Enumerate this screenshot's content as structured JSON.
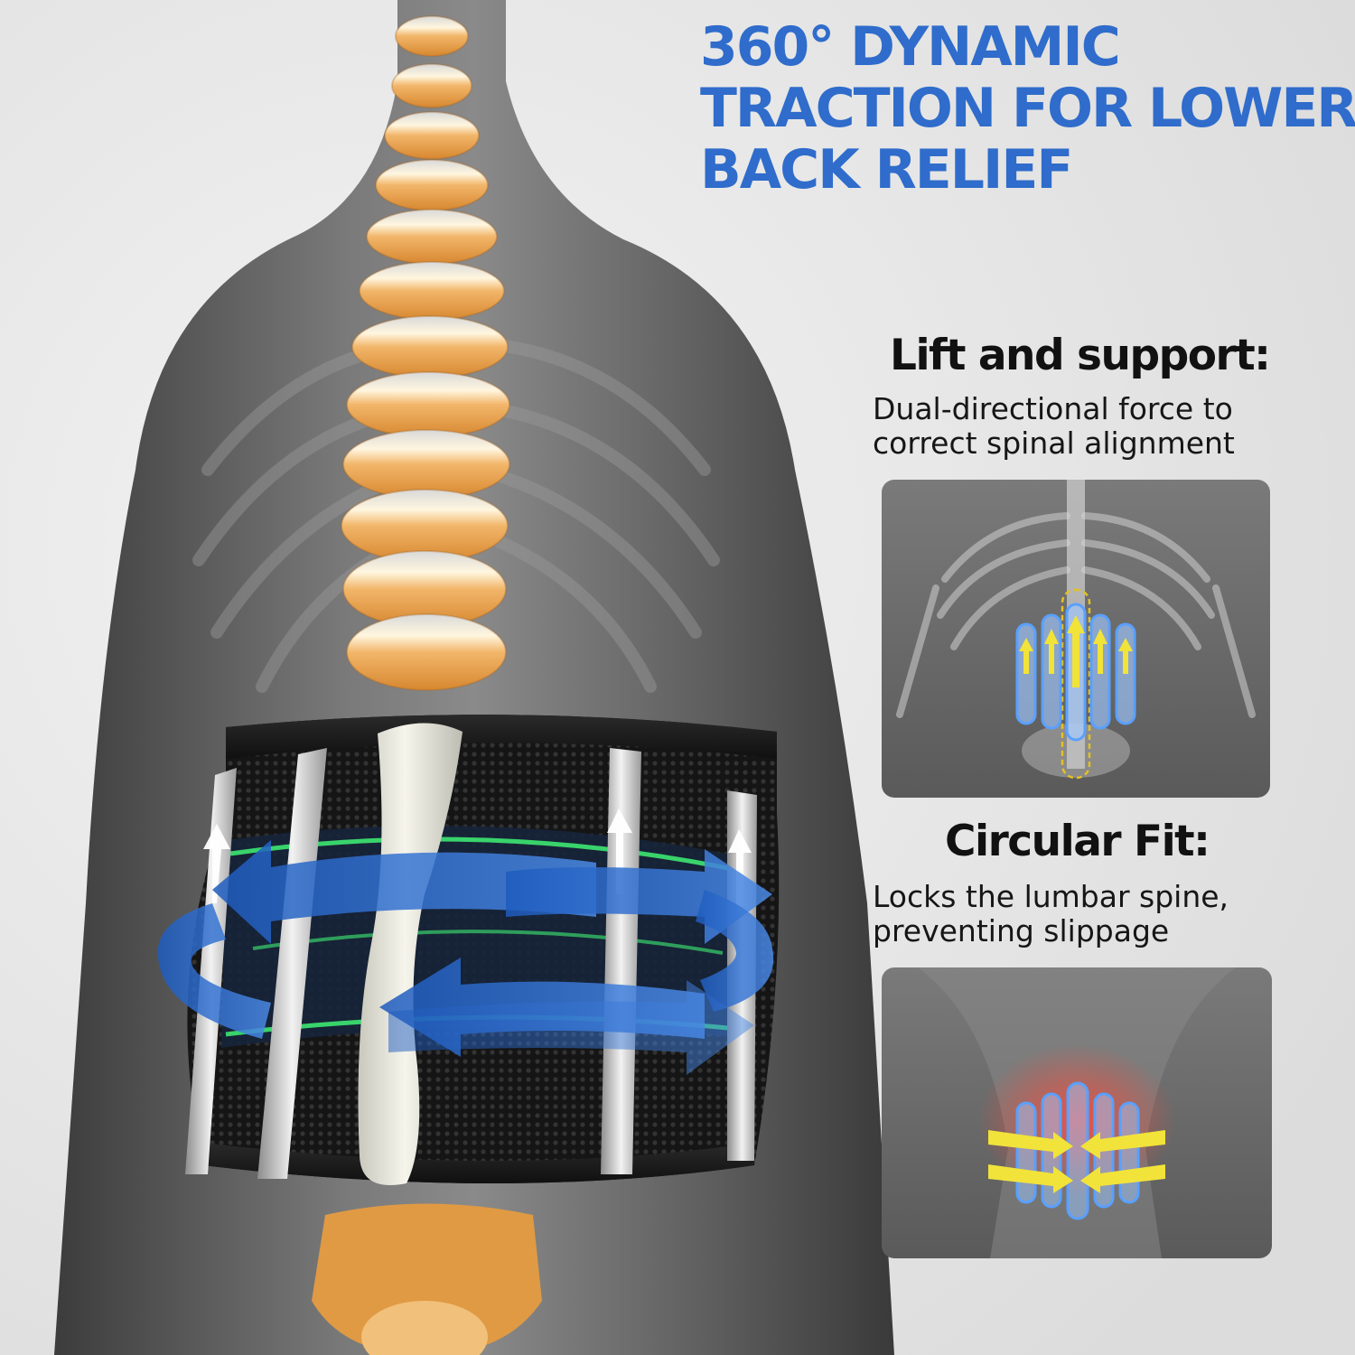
{
  "headline": {
    "line1": "360° DYNAMIC",
    "line2": "TRACTION FOR LOWER",
    "line3": "BACK RELIEF"
  },
  "features": [
    {
      "title": "Lift and support:",
      "desc_line1": "Dual-directional force to",
      "desc_line2": "correct spinal alignment",
      "image": "skeleton-lift-support-illustration"
    },
    {
      "title": "Circular Fit:",
      "desc_line1": "Locks the lumbar spine,",
      "desc_line2": "preventing slippage",
      "image": "lumbar-circular-fit-illustration"
    }
  ],
  "colors": {
    "headline": "#2f6ccb",
    "text": "#111111",
    "arrow_blue": "#2e6fd0",
    "spine_orange": "#e8a24a",
    "belt_black": "#1a1a1a",
    "belt_green": "#39d36b",
    "stay_yellow": "#f1e33a"
  }
}
